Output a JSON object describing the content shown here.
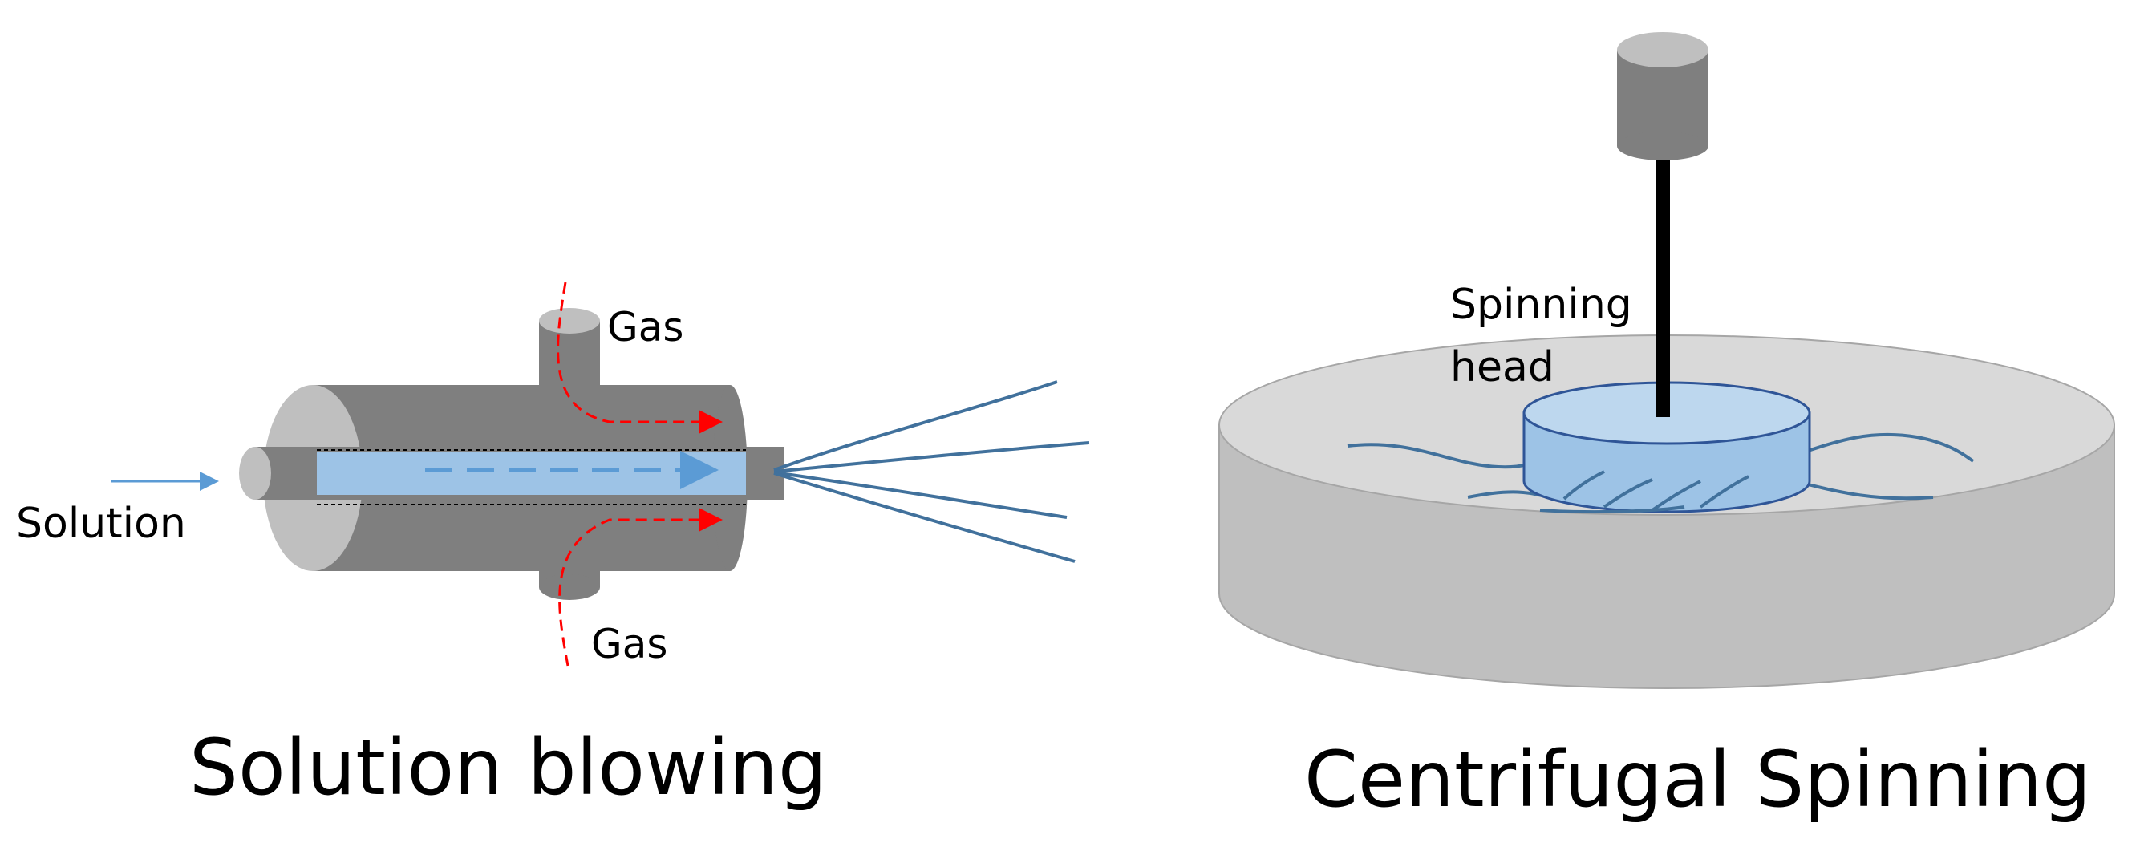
{
  "solution_blowing": {
    "title": "Solution blowing",
    "labels": {
      "solution": "Solution",
      "gas_top": "Gas",
      "gas_bottom": "Gas"
    }
  },
  "centrifugal_spinning": {
    "title": "Centrifugal Spinning",
    "labels": {
      "spinning_head_line1": "Spinning",
      "spinning_head_line2": "head"
    }
  },
  "colors": {
    "nozzle_gray": "#7f7f7f",
    "nozzle_light_gray": "#bfbfbf",
    "solution_blue": "#9dc3e6",
    "fiber_blue": "#41719c",
    "arrow_blue": "#5b9bd5",
    "gas_red": "#ff0000",
    "dish_top": "#d9d9d9",
    "dish_side": "#bfbfbf",
    "head_blue": "#bdd7ee",
    "head_side": "#9dc3e6"
  }
}
